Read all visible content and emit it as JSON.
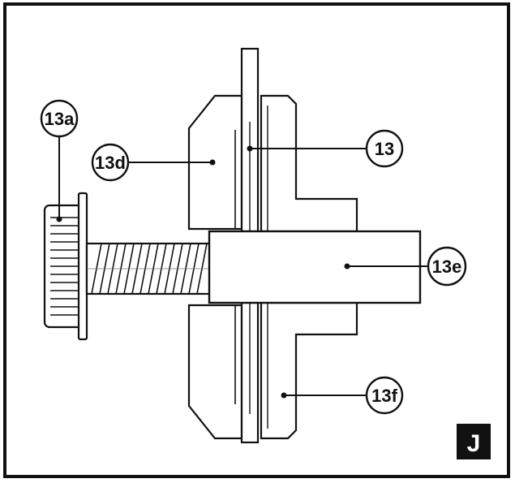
{
  "figure": {
    "panel_letter": "J",
    "callouts": [
      {
        "id": "13a",
        "label": "13a"
      },
      {
        "id": "13d",
        "label": "13d"
      },
      {
        "id": "13",
        "label": "13"
      },
      {
        "id": "13e",
        "label": "13e"
      },
      {
        "id": "13f",
        "label": "13f"
      }
    ]
  },
  "colors": {
    "line": "#111111",
    "fill": "#ffffff",
    "shaft_fill": "#f2f2f2",
    "badge": "#111111"
  }
}
